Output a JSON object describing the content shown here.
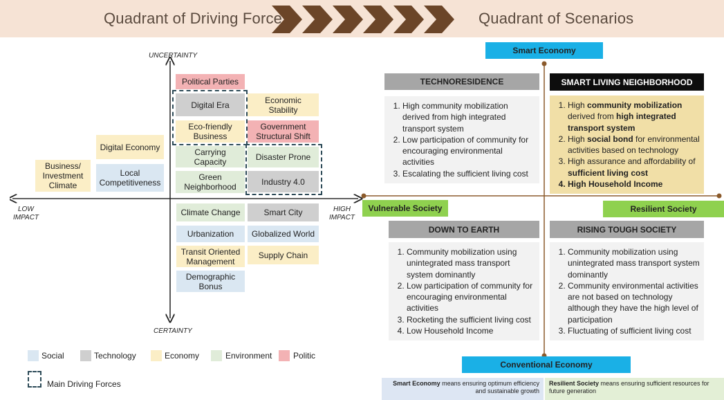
{
  "banner": {
    "left_title": "Quadrant of Driving Forces",
    "right_title": "Quadrant of Scenarios",
    "chevron_icon": "chevron-arrows-icon"
  },
  "driving_forces": {
    "axes": {
      "top": "UNCERTAINTY",
      "bottom": "CERTAINTY",
      "left_line1": "LOW",
      "left_line2": "IMPACT",
      "right_line1": "HIGH",
      "right_line2": "IMPACT"
    },
    "items": {
      "political_parties": "Political Parties",
      "digital_era": "Digital Era",
      "economic_stability": "Economic Stability",
      "eco_friendly_business": "Eco-friendly Business",
      "government_structural_shift": "Government Structural Shift",
      "digital_economy": "Digital Economy",
      "business_investment_climate": "Business/ Investment Climate",
      "local_competitiveness": "Local Competitiveness",
      "carrying_capacity": "Carrying Capacity",
      "disaster_prone": "Disaster Prone",
      "green_neighborhood": "Green Neighborhood",
      "industry_4": "Industry 4.0",
      "climate_change": "Climate Change",
      "smart_city": "Smart City",
      "urbanization": "Urbanization",
      "globalized_world": "Globalized World",
      "transit_oriented_management": "Transit Oriented Management",
      "supply_chain": "Supply Chain",
      "demographic_bonus": "Demographic Bonus"
    },
    "legend": {
      "social": "Social",
      "technology": "Technology",
      "economy": "Economy",
      "environment": "Environment",
      "politic": "Politic",
      "main": "Main Driving Forces"
    }
  },
  "colors": {
    "social": "#dae7f2",
    "technology": "#cfcfcf",
    "economy": "#fbeec6",
    "environment": "#e0ecd9",
    "politic": "#f3b2b4",
    "smart_economy": "#1ab0e6",
    "society": "#8fd14f",
    "axis_brown": "#8b5a2b"
  },
  "scenarios": {
    "top_tag": "Smart Economy",
    "bottom_tag": "Conventional Economy",
    "left_tag": "Vulnerable Society",
    "right_tag": "Resilient Society",
    "technoresidence": {
      "title": "TECHNORESIDENCE",
      "items": [
        "High community mobilization derived from high integrated transport system",
        "Low participation of community for encouraging environmental activities",
        "Escalating the sufficient living cost"
      ]
    },
    "smart_living": {
      "title": "SMART LIVING NEIGHBORHOOD",
      "item1_a": "High ",
      "item1_b": "community mobilization",
      "item1_c": " derived from ",
      "item1_d": "high integrated transport system",
      "item2_a": "High ",
      "item2_b": "social bond",
      "item2_c": " for environmental activities based on technology",
      "item3_a": "High assurance and affordability of ",
      "item3_b": "sufficient living cost",
      "item4": "High Household Income"
    },
    "down_to_earth": {
      "title": "DOWN TO EARTH",
      "items": [
        "Community mobilization using unintegrated mass transport system dominantly",
        "Low participation of community for encouraging environmental activities",
        "Rocketing the sufficient living cost",
        "Low Household Income"
      ]
    },
    "rising_tough": {
      "title": "RISING TOUGH SOCIETY",
      "items": [
        "Community mobilization using unintegrated mass transport system dominantly",
        "Community environmental activities are not based on technology although they have the high level of participation",
        "Fluctuating of sufficient living cost"
      ]
    },
    "notes": {
      "smart_bold": "Smart Economy",
      "smart_rest": " means ensuring optimum efficiency and sustainable growth",
      "resilient_bold": "Resilient Society",
      "resilient_rest": " means ensuring sufficient resources for future generation"
    }
  }
}
